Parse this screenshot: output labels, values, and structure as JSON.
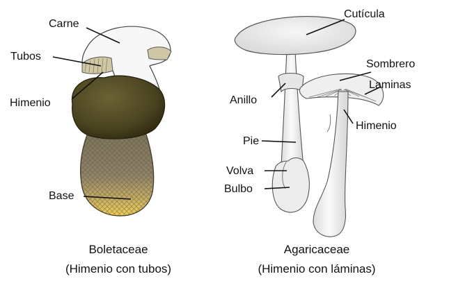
{
  "left_figure": {
    "labels": {
      "carne": "Carne",
      "tubos": "Tubos",
      "himenio": "Himenio",
      "base": "Base"
    },
    "caption": {
      "line1": "Boletaceae",
      "line2": "(Himenio con tubos)"
    }
  },
  "right_figure": {
    "labels": {
      "cuticula": "Cutícula",
      "sombrero": "Sombrero",
      "laminas": "Laminas",
      "anillo": "Anillo",
      "himenio": "Himenio",
      "pie": "Pie",
      "volva": "Volva",
      "bulbo": "Bulbo"
    },
    "caption": {
      "line1": "Agaricaceae",
      "line2": "(Himenio con láminas)"
    }
  },
  "colors": {
    "boletus_cap": "#4a4320",
    "boletus_stem": "#8a7d63",
    "boletus_base": "#e6c24a",
    "amanita": "#f1f1f1",
    "outline": "#333333"
  }
}
